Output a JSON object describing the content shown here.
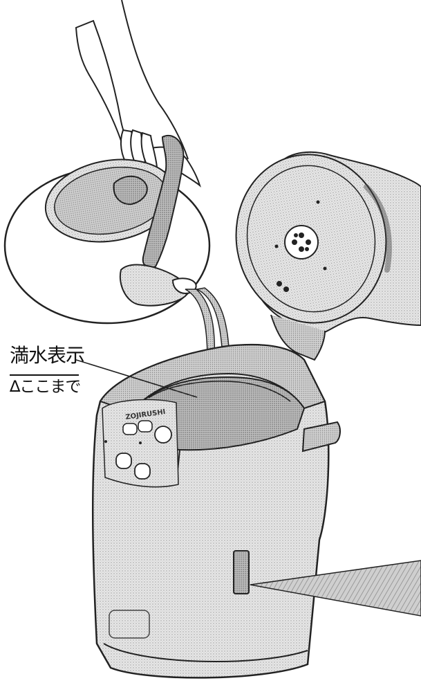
{
  "annotations": {
    "water_level_label": "満水表示",
    "water_level_mark": "∆ここまで"
  },
  "product": {
    "brand": "ZOJIRUSHI"
  },
  "colors": {
    "line": "#222222",
    "shade_light": "#d9d9d9",
    "shade_mid": "#b8b8b8",
    "shade_dark": "#8c8c8c",
    "paper": "#ffffff"
  }
}
